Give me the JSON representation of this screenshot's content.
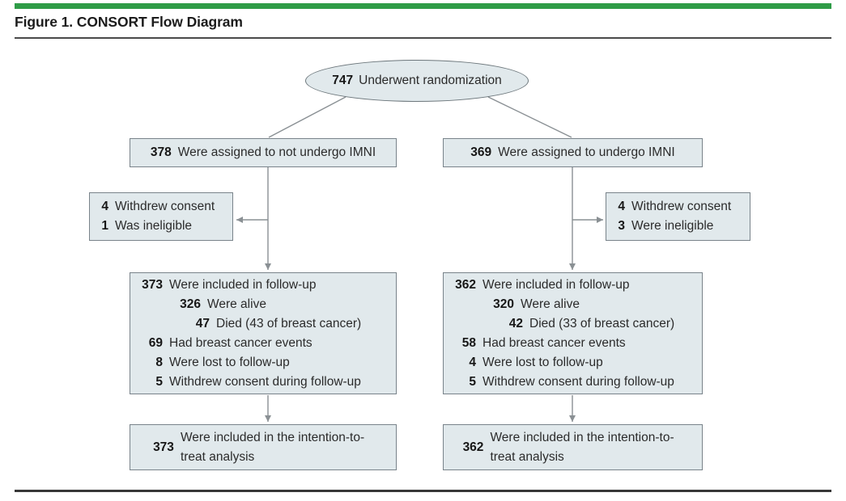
{
  "figure": {
    "title": "Figure 1. CONSORT Flow Diagram"
  },
  "colors": {
    "accent_green": "#2f9c47",
    "box_fill": "#e1e9ec",
    "box_border": "#79838a",
    "connector_gray": "#8a9094",
    "text": "#2b2b2b"
  },
  "diagram": {
    "randomization": {
      "value": "747",
      "label": "Underwent randomization"
    },
    "left_arm": {
      "assigned": {
        "value": "378",
        "label": "Were assigned to not undergo IMNI"
      },
      "excluded": {
        "rows": [
          {
            "value": "4",
            "label": "Withdrew consent"
          },
          {
            "value": "1",
            "label": "Was ineligible"
          }
        ]
      },
      "followup": {
        "rows": [
          {
            "value": "373",
            "label": "Were included in follow-up"
          },
          {
            "value": "326",
            "label": "Were alive"
          },
          {
            "value": "47",
            "label": "Died (43 of breast cancer)"
          },
          {
            "value": "69",
            "label": "Had breast cancer events"
          },
          {
            "value": "8",
            "label": "Were lost to follow-up"
          },
          {
            "value": "5",
            "label": "Withdrew consent during follow-up"
          }
        ]
      },
      "itt": {
        "value": "373",
        "label": "Were included in the intention-to-treat analysis"
      }
    },
    "right_arm": {
      "assigned": {
        "value": "369",
        "label": "Were assigned to undergo IMNI"
      },
      "excluded": {
        "rows": [
          {
            "value": "4",
            "label": "Withdrew consent"
          },
          {
            "value": "3",
            "label": "Were ineligible"
          }
        ]
      },
      "followup": {
        "rows": [
          {
            "value": "362",
            "label": "Were included in follow-up"
          },
          {
            "value": "320",
            "label": "Were alive"
          },
          {
            "value": "42",
            "label": "Died (33 of breast cancer)"
          },
          {
            "value": "58",
            "label": "Had breast cancer events"
          },
          {
            "value": "4",
            "label": "Were lost to follow-up"
          },
          {
            "value": "5",
            "label": "Withdrew consent during follow-up"
          }
        ]
      },
      "itt": {
        "value": "362",
        "label": "Were included in the intention-to-treat analysis"
      }
    }
  }
}
